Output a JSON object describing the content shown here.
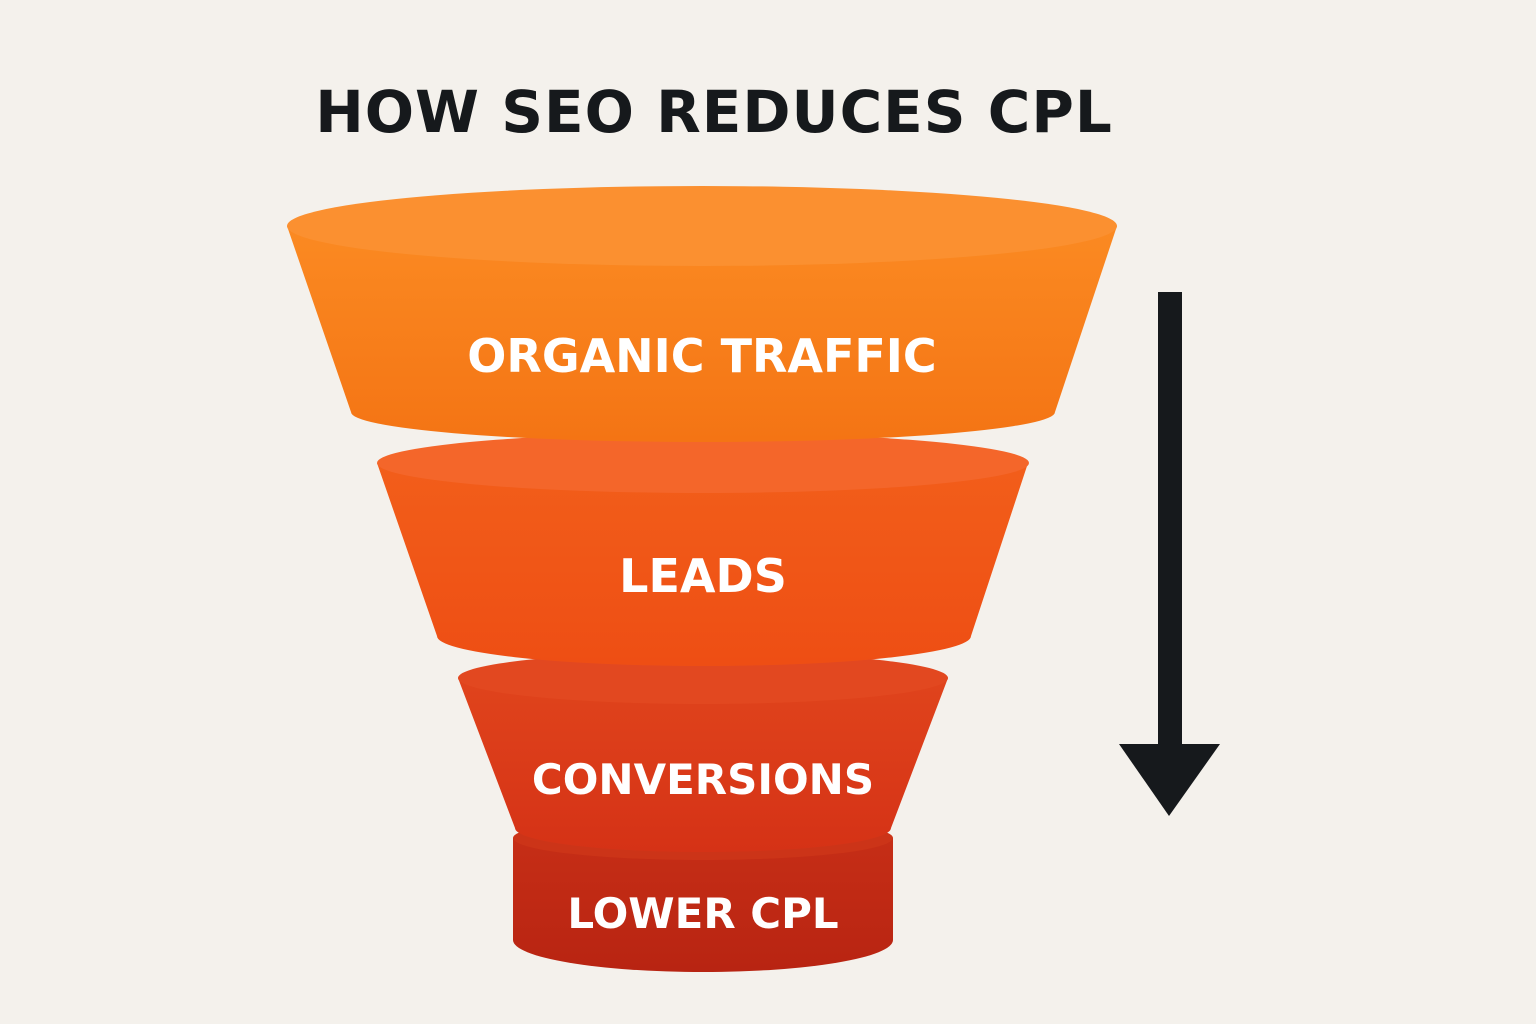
{
  "title": "HOW SEO REDUCES CPL",
  "stages": [
    {
      "label": "ORGANIC TRAFFIC",
      "color": "#f97a14"
    },
    {
      "label": "LEADS",
      "color": "#f2561a"
    },
    {
      "label": "CONVERSIONS",
      "color": "#dc3a1a"
    },
    {
      "label": "LOWER CPL",
      "color": "#c22a14"
    }
  ],
  "text_color": "#ffffff",
  "title_color": "#16191c",
  "arrow_color": "#16191c",
  "background": "#f4f1ec"
}
